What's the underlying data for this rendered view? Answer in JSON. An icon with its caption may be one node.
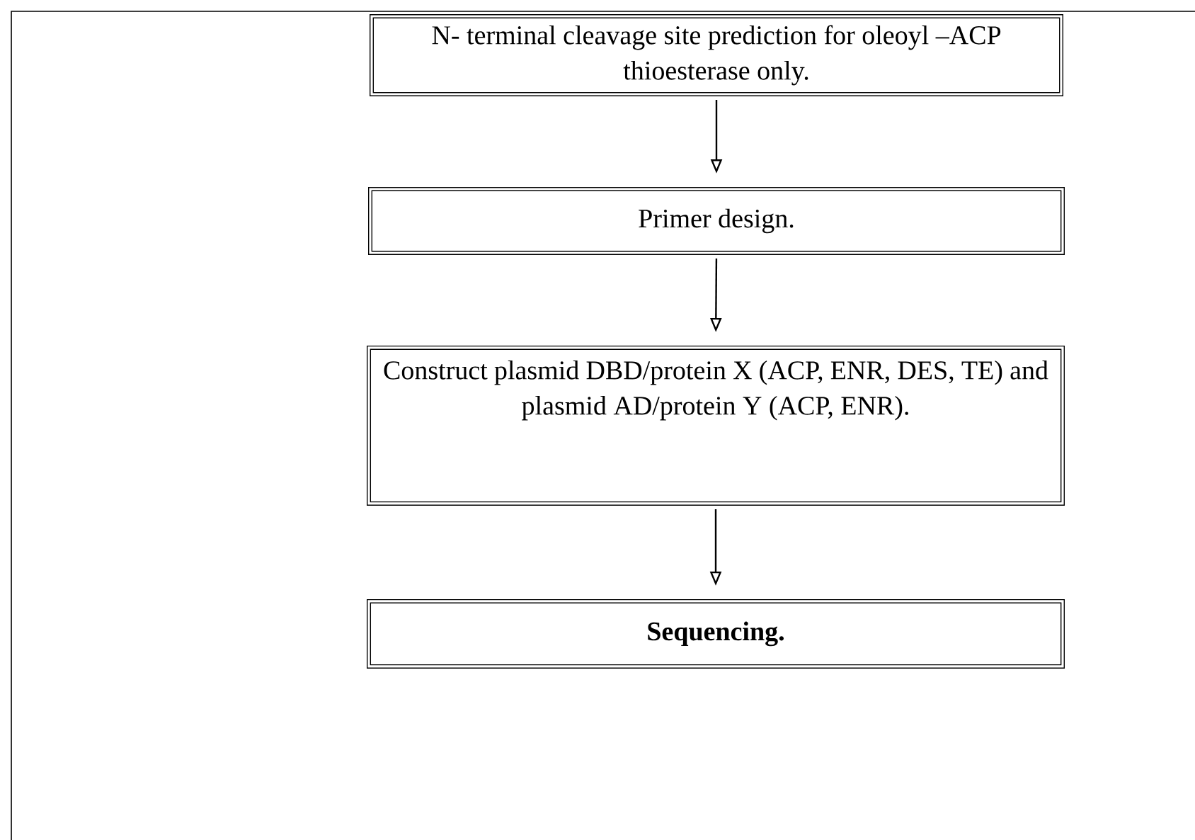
{
  "diagram": {
    "nodes": [
      {
        "text": [
          "N- terminal cleavage site prediction for oleoyl –ACP thioesterase only."
        ]
      },
      {
        "text": [
          "Primer design."
        ]
      },
      {
        "text": [
          "Construct plasmid DBD/protein X (ACP, ENR, DES, TE) and plasmid AD/protein Y (ACP, ENR)."
        ]
      },
      {
        "text": [
          "Sequencing."
        ]
      }
    ],
    "edges": [
      {
        "from": 0,
        "to": 1,
        "arrow": "to"
      },
      {
        "from": 1,
        "to": 2,
        "arrow": "to"
      },
      {
        "from": 2,
        "to": 3,
        "arrow": "to"
      }
    ]
  }
}
